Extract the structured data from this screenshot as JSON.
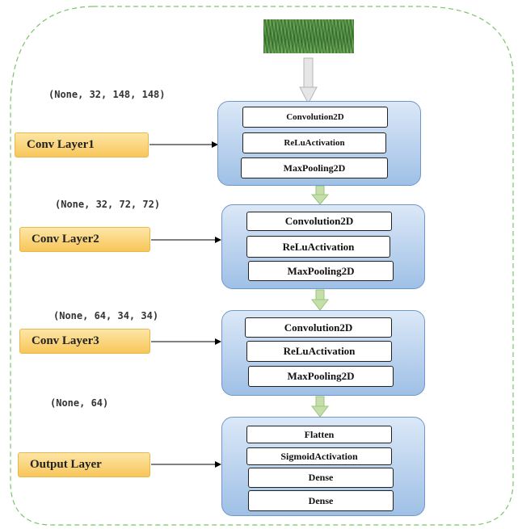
{
  "input": {
    "icon": "crop-field-image"
  },
  "layers": [
    {
      "label": "Conv Layer1",
      "shape": "(None, 32, 148, 148)",
      "ops": [
        "Convolution2D",
        "ReLuActivation",
        "MaxPooling2D"
      ]
    },
    {
      "label": "Conv Layer2",
      "shape": "(None, 32, 72, 72)",
      "ops": [
        "Convolution2D",
        "ReLuActivation",
        "MaxPooling2D"
      ]
    },
    {
      "label": "Conv Layer3",
      "shape": "(None, 64, 34, 34)",
      "ops": [
        "Convolution2D",
        "ReLuActivation",
        "MaxPooling2D"
      ]
    },
    {
      "label": "Output Layer",
      "shape": "(None, 64)",
      "ops": [
        "Flatten",
        "SigmoidActivation",
        "Dense",
        "Dense"
      ]
    }
  ],
  "colors": {
    "frame_border": "#7cc46a",
    "block_border": "#6f98c8",
    "block_fill_top": "#dbe8f7",
    "block_fill_bottom": "#9fc0e6",
    "label_fill": "#f8c65a",
    "down_arrow_green": "#c4e0a8",
    "input_arrow_gray": "#d8d8d8"
  }
}
